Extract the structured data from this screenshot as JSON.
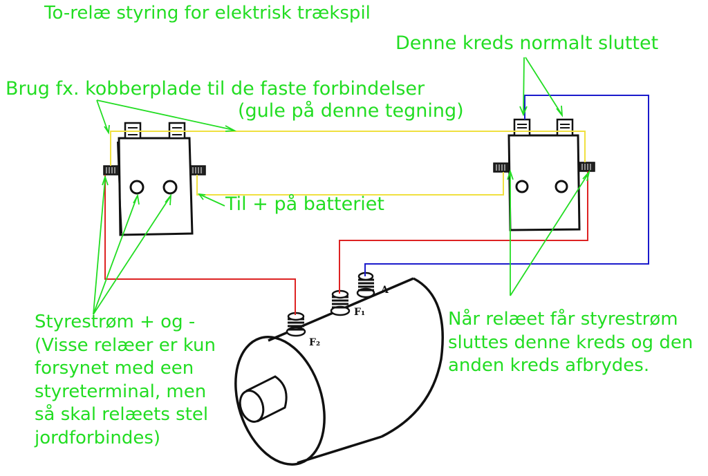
{
  "title": "To-relæ styring for elektrisk trækspil",
  "labels": {
    "normally_closed": "Denne kreds normalt sluttet",
    "copper_plate_line1": "Brug fx. kobberplade til de faste forbindelser",
    "copper_plate_line2": "(gule på denne tegning)",
    "battery": "Til + på batteriet",
    "control_current": "Styrestrøm + og -\n(Visse relæer er kun\nforsynet med een\nstyreterminal, men\nså skal relæets stel\njordforbindes)",
    "relay_switch": "Når relæet får styrestrøm\nsluttes denne kreds og den\nanden kreds afbrydes."
  },
  "motor_terminals": {
    "f2": "F₂",
    "f1": "F₁",
    "a": "A"
  },
  "colors": {
    "annotation_text": "#22dd22",
    "wire_red": "#dd2222",
    "wire_blue": "#1a1acc",
    "wire_yellow": "#f0e040",
    "drawing": "#111111"
  }
}
